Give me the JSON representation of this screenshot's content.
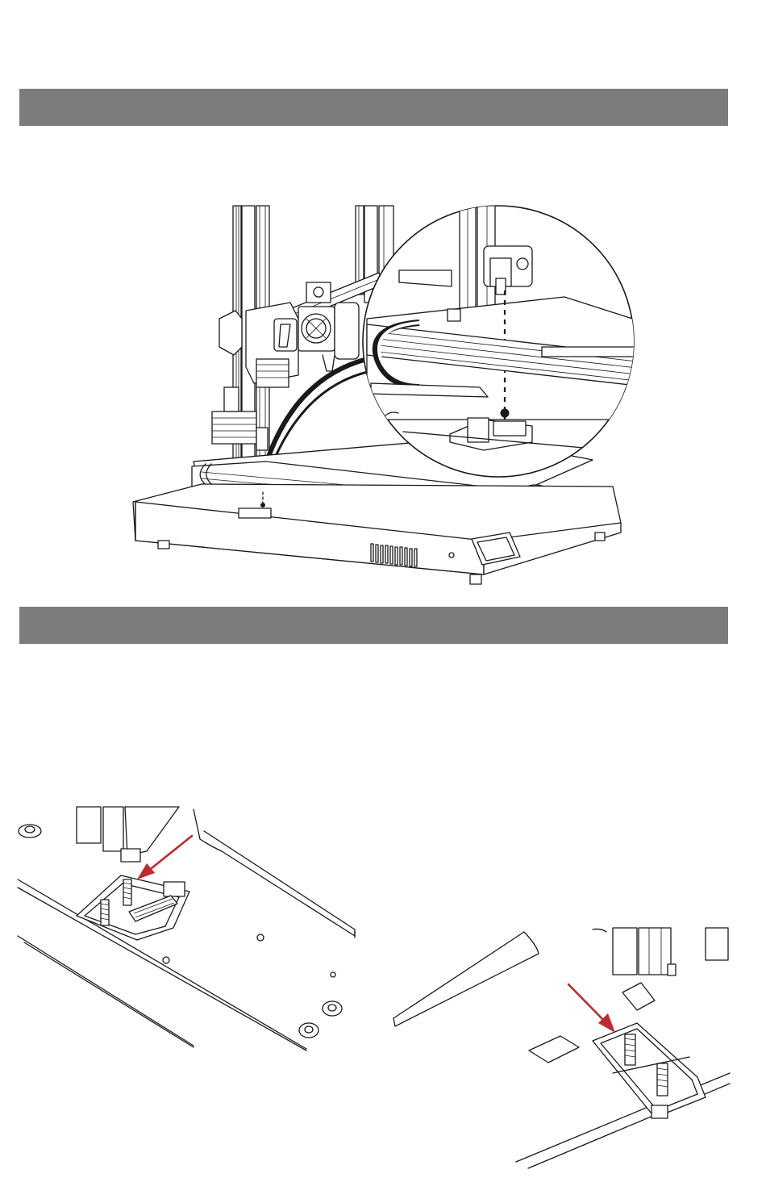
{
  "section_headers": [
    {
      "text": ""
    },
    {
      "text": ""
    }
  ],
  "colors": {
    "header_bar": "#7b7c7e",
    "line_art": "#1a1a1a",
    "arrow": "#c1272d"
  },
  "icons": {
    "printer_illustration": "3d-printer-assembly-drawing",
    "zoom_callout": "magnified-detail-circle",
    "connector_detail_left": "hot-bed-connector-closeup",
    "connector_detail_right": "hot-bed-connector-closeup",
    "indicator_arrows": "red-arrow-icon"
  }
}
